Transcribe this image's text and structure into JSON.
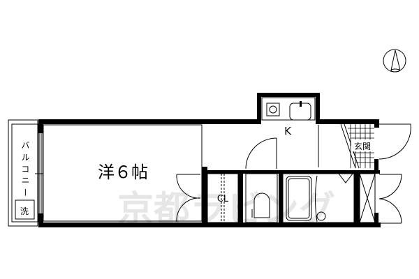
{
  "floorplan": {
    "rooms": {
      "western_room": "洋６帖",
      "kitchen": "K",
      "closet": "CL",
      "entrance": "玄関",
      "balcony": "バルコニー",
      "washer": "洗"
    },
    "watermark": "京都ラビング",
    "compass": "north-arrow"
  },
  "colors": {
    "wall": "#000000",
    "background": "#ffffff",
    "watermark": "#e6e6e6"
  }
}
